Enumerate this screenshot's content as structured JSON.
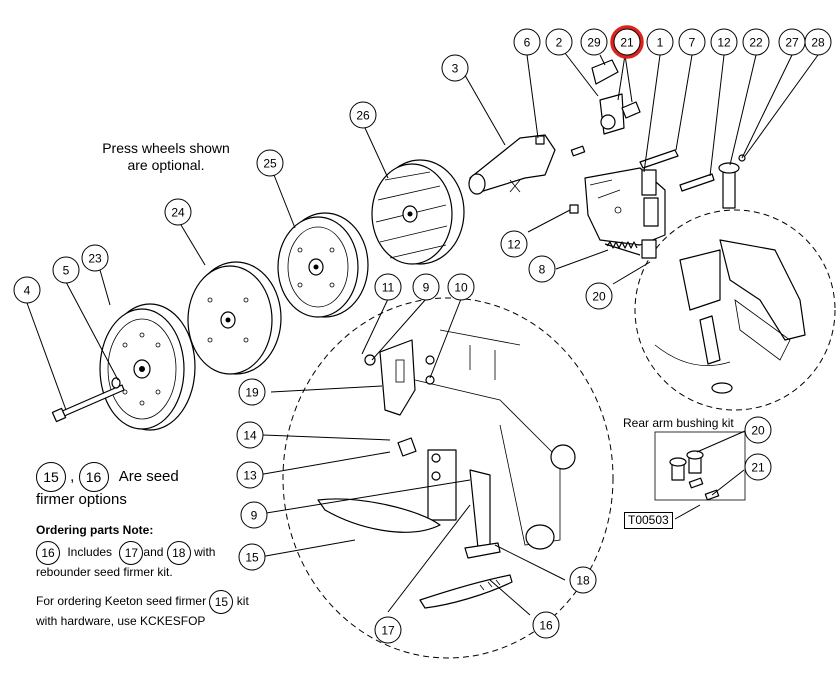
{
  "notes": {
    "press_wheels_line1": "Press wheels shown",
    "press_wheels_line2": "are optional.",
    "firmer_num_a": "15",
    "firmer_sep": ",",
    "firmer_num_b": "16",
    "firmer_text1": "Are seed",
    "firmer_text2": "firmer options",
    "ordering_title": "Ordering parts Note:",
    "ordering_num_16": "16",
    "ordering_includes": "Includes",
    "ordering_num_17": "17",
    "ordering_and": "and",
    "ordering_num_18": "18",
    "ordering_with": "with",
    "ordering_rebounder": "rebounder seed firmer kit.",
    "keeton_text1": "For ordering Keeton seed firmer",
    "keeton_num": "15",
    "keeton_kit": "kit",
    "keeton_text2": "with hardware, use KCKESFOP",
    "bushing_kit_label": "Rear arm bushing kit",
    "drawing_code": "T00503"
  },
  "callouts": [
    {
      "id": "c6",
      "label": "6"
    },
    {
      "id": "c2",
      "label": "2"
    },
    {
      "id": "c29",
      "label": "29"
    },
    {
      "id": "c21-top",
      "label": "21",
      "highlighted": true
    },
    {
      "id": "c1",
      "label": "1"
    },
    {
      "id": "c7",
      "label": "7"
    },
    {
      "id": "c12-top",
      "label": "12"
    },
    {
      "id": "c22",
      "label": "22"
    },
    {
      "id": "c27",
      "label": "27"
    },
    {
      "id": "c28",
      "label": "28"
    },
    {
      "id": "c3",
      "label": "3"
    },
    {
      "id": "c26",
      "label": "26"
    },
    {
      "id": "c25",
      "label": "25"
    },
    {
      "id": "c24",
      "label": "24"
    },
    {
      "id": "c23",
      "label": "23"
    },
    {
      "id": "c5",
      "label": "5"
    },
    {
      "id": "c4",
      "label": "4"
    },
    {
      "id": "c12-mid",
      "label": "12"
    },
    {
      "id": "c8",
      "label": "8"
    },
    {
      "id": "c20-mid",
      "label": "20"
    },
    {
      "id": "c11",
      "label": "11"
    },
    {
      "id": "c9-top",
      "label": "9"
    },
    {
      "id": "c10",
      "label": "10"
    },
    {
      "id": "c19",
      "label": "19"
    },
    {
      "id": "c14",
      "label": "14"
    },
    {
      "id": "c13",
      "label": "13"
    },
    {
      "id": "c9-low",
      "label": "9"
    },
    {
      "id": "c15",
      "label": "15"
    },
    {
      "id": "c17",
      "label": "17"
    },
    {
      "id": "c16",
      "label": "16"
    },
    {
      "id": "c18",
      "label": "18"
    },
    {
      "id": "c20-kit",
      "label": "20"
    },
    {
      "id": "c21-kit",
      "label": "21"
    }
  ],
  "colors": {
    "highlight": "#e0201b",
    "line": "#000000",
    "background": "#ffffff"
  }
}
